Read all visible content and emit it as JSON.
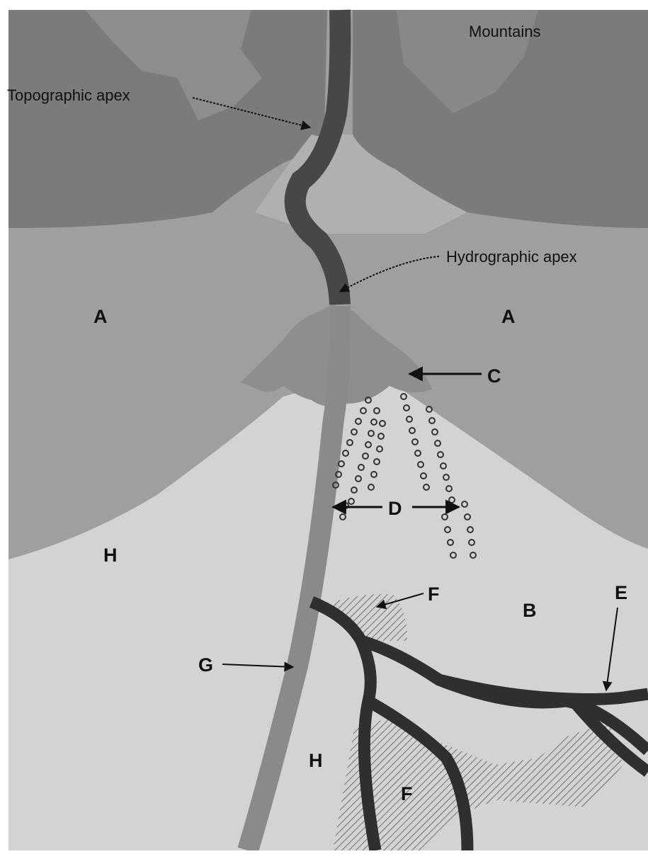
{
  "diagram": {
    "labels": {
      "mountains": "Mountains",
      "topographic_apex": "Topographic apex",
      "hydrographic_apex": "Hydrographic apex",
      "a_left": "A",
      "a_right": "A",
      "b": "B",
      "c": "C",
      "d": "D",
      "e": "E",
      "f_upper": "F",
      "f_lower": "F",
      "g": "G",
      "h_left": "H",
      "h_center": "H"
    },
    "colors": {
      "mountains": "#7b7b7b",
      "fan_surface_a": "#9f9f9f",
      "valley_fill": "#b0b0b0",
      "lobe_c": "#8e8e8e",
      "plain_h": "#d3d3d3",
      "main_channel": "#474747",
      "channel_g": "#8a8a8a",
      "tributaries": "#2f2f2f",
      "hatch": "#555555",
      "arrows": "#111111"
    }
  }
}
